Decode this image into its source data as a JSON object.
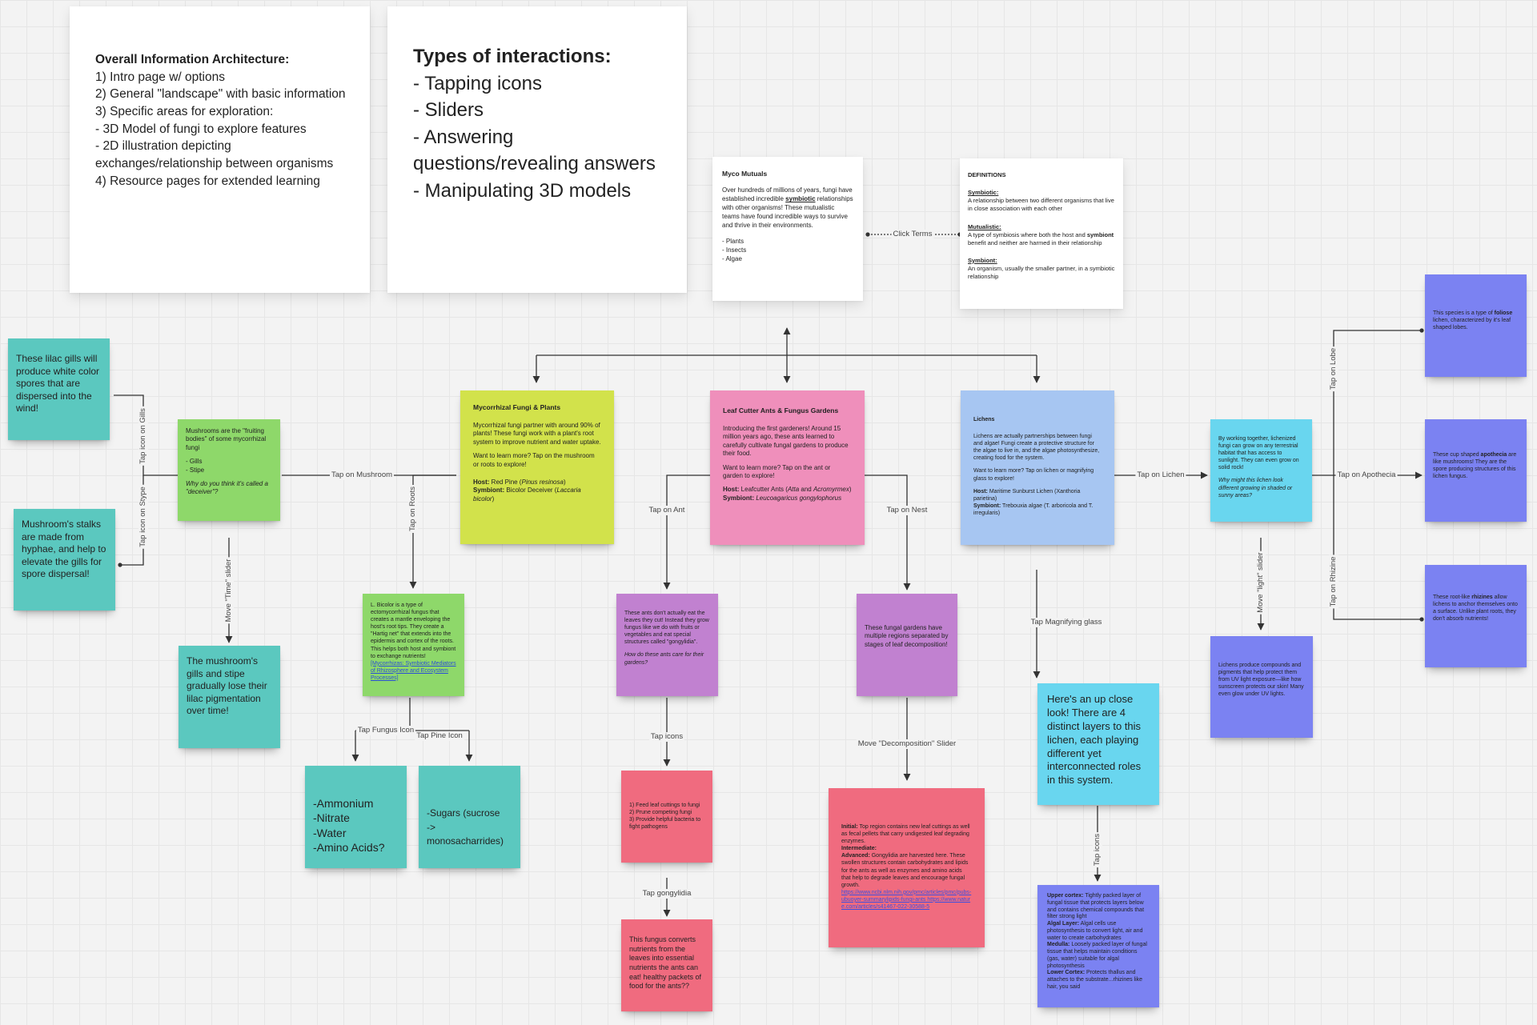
{
  "ia_card": {
    "title": "Overall Information Architecture:",
    "lines": [
      "1) Intro page w/ options",
      "2) General \"landscape\" with basic information",
      "3) Specific areas for exploration:",
      "- 3D Model of fungi to explore features",
      "- 2D illustration depicting exchanges/relationship between organisms",
      "4) Resource pages for extended learning"
    ]
  },
  "interactions_card": {
    "title": "Types of interactions:",
    "lines": [
      "- Tapping icons",
      "- Sliders",
      "- Answering questions/revealing answers",
      "- Manipulating 3D models"
    ]
  },
  "myco_card": {
    "title": "Myco Mutuals",
    "body_pre": "Over hundreds of millions of years, fungi have established incredible ",
    "body_link": "symbiotic",
    "body_post": " relationships with other organisms! These mutualistic teams have found incredible ways to survive and thrive in their environments.",
    "items": [
      "- Plants",
      "- Insects",
      "- Algae"
    ]
  },
  "definitions_card": {
    "title": "DEFINITIONS",
    "symbiotic_term": "Symbiotic:",
    "symbiotic_def": "A relationship between two different organisms that live in close association with each other",
    "mutualistic_term": "Mutualistic:",
    "mutualistic_def_a": "A type of symbiosis where both the host and ",
    "mutualistic_def_b": "symbiont",
    "mutualistic_def_c": " benefit and neither are harmed in their relationship",
    "symbiont_term": "Symbiont:",
    "symbiont_def": "An organism, usually the smaller partner, in a symbiotic relationship"
  },
  "notes": {
    "lilac_gills": "These lilac gills will produce white color spores that are dispersed into the wind!",
    "stalks": "Mushroom's stalks are made from hyphae, and help to elevate the gills for spore dispersal!",
    "mushrooms": {
      "body": "Mushrooms are the \"fruiting bodies\" of some mycorrhizal fungi",
      "items": [
        "- Gills",
        "- Stipe"
      ],
      "question": "Why do you think it's called a \"deceiver\"?"
    },
    "mushroom_time": "The mushroom's gills and stipe gradually lose their lilac pigmentation over time!",
    "mycorrhizal": {
      "title": "Mycorrhizal Fungi & Plants",
      "body": "Mycorrhizal fungi partner with around 90% of plants! These fungi work with a plant's root system to improve nutrient and water uptake.",
      "prompt": "Want to learn more? Tap on the mushroom or roots to explore!",
      "host_label": "Host:",
      "host_common": " Red Pine (",
      "host_latin": "Pinus resinosa",
      "host_end": ")",
      "symbiont_label": "Symbiont:",
      "symbiont_common": " Bicolor Deceiver (",
      "symbiont_latin": "Laccaria bicolor",
      "symbiont_end": ")"
    },
    "l_bicolor": {
      "body": "L. Bicolor is a type of ectomycorrhizal fungus that creates a mantle enveloping the host's root tips. They create a \"Hartig net\" that extends into the epidermis and cortex of the roots. This helps both host and symbiont to exchange nutrients!",
      "link": "[Mycorrhizas: Symbiotic Mediators of Rhizosphere and Ecosystem Processes]"
    },
    "nutrients_fungus": "-Ammonium\n-Nitrate\n-Water\n-Amino Acids?",
    "nutrients_pine": "-Sugars (sucrose\n->\nmonosacharrides)",
    "leafcutter": {
      "title": "Leaf Cutter Ants & Fungus Gardens",
      "body": "Introducing the first gardeners! Around 15 million years ago, these ants learned to carefully cultivate fungal gardens to produce their food.",
      "prompt": "Want to learn more? Tap on the ant or garden to explore!",
      "host_label": "Host:",
      "host_text_a": " Leafcutter Ants (",
      "host_latin": "Atta",
      "host_text_b": " and ",
      "host_latin_2": "Acromyrmex",
      "host_end": ")",
      "symbiont_label": "Symbiont:",
      "symbiont_latin": "Leucoagaricus gongylophorus"
    },
    "ants_eat": {
      "body": "These ants don't actually eat the leaves they cut! Instead they grow fungus like we do with fruits or vegetables and eat special structures called \"gongylidia\".",
      "question": "How do these ants care for their gardens?"
    },
    "ant_care": "1) Feed leaf cuttings to fungi\n2) Prune competing fungi\n3) Provide helpful bacteria to fight pathogens",
    "gongylidia": "This fungus converts nutrients from the leaves into essential nutrients the ants can eat!  healthy packets of food for the ants??",
    "fungal_gardens": "These fungal gardens have multiple regions separated by stages of leaf decomposition!",
    "decomposition": {
      "initial_label": "Initial:",
      "initial": " Top region contains new leaf cuttings as well as fecal pellets that carry undigested leaf degrading enzymes.",
      "intermediate_label": "Intermediate:",
      "advanced_label": "Advanced:",
      "advanced": " Gongylidia are harvested here. These swollen structures contain carbohydrates and lipids for the ants as well as enzymes and amino acids that help to degrade leaves and encourage fungal growth.",
      "links": "https://www.ncbi.nlm.nih.gov/pmc/articles/pmc/pubs-ubuoyer-summarylipids-fungi-ants https://www.nature.com/articles/s41467-022-30588-5"
    },
    "lichens": {
      "title": "Lichens",
      "body": "Lichens are actually partnerships between fungi and algae! Fungi create a protective structure for the algae to live in, and the algae photosynthesize, creating  food for the system.",
      "prompt": "Want to learn more? Tap on lichen or magnifying glass to explore!",
      "host_label": "Host:",
      "host_text": " Maritime Sunburst Lichen (Xanthoria parietina)",
      "symbiont_label": "Symbiont:",
      "symbiont_text": " Trebouxia algae (T. arboricola and T. irregularis)"
    },
    "close_look": "Here's an up close look! There are 4 distinct layers to this lichen, each playing different yet interconnected roles in this system.",
    "layers": {
      "upper_label": "Upper cortex:",
      "upper": " Tightly packed layer of fungal tissue that protects layers below and contains chemical compounds that filter strong light",
      "algal_label": "Algal Layer:",
      "algal": " Algal cells use photosynthesis to convert light, air and water to create carbohydrates",
      "medulla_label": "Medulla:",
      "medulla": " Loosely packed layer of fungal tissue that helps maintain conditions (gas, water) suitable for algal photosynthesis",
      "lower_label": "Lower Cortex:",
      "lower": " Protects thallus and attaches to the substrate...rhizines like hair, you said"
    },
    "working_together": {
      "body": "By working together, lichenized fungi can grow on any terrestrial habitat that has access to sunlight. They can even grow on solid rock!",
      "question": "Why might this lichen look different growing in shaded or sunny areas?"
    },
    "lichen_compounds": "Lichens produce compounds and pigments that help protect them from UV light exposure—like how sunscreen protects our skin! Many even glow under UV lights.",
    "foliose": {
      "a": "This species is a type of ",
      "b": "foliose",
      "c": " lichen, characterized by it's leaf shaped lobes."
    },
    "apothecia": {
      "a": "These cup shaped ",
      "b": "apothecia",
      "c": " are like mushrooms! They are the spore producing structures of this lichen fungus."
    },
    "rhizines": {
      "a": "These root-like ",
      "b": "rhizines",
      "c": " allow lichens to anchor themselves onto a surface. Unlike plant roots, they don't absorb nutrients!"
    }
  },
  "connectors": {
    "click_terms": "Click Terms",
    "tap_mushroom": "Tap on Mushroom",
    "tap_roots": "Tap on Roots",
    "tap_gills": "Tap icon on Gills",
    "tap_stype": "Tap icon on Stype",
    "time_slider": "Move \"Time\" slider",
    "tap_fungus_icon": "Tap Fungus Icon",
    "tap_pine_icon": "Tap Pine Icon",
    "tap_ant": "Tap on Ant",
    "tap_nest": "Tap on Nest",
    "tap_icons_ant": "Tap icons",
    "tap_gongylidia": "Tap gongylidia",
    "decomp_slider": "Move \"Decomposition\" Slider",
    "tap_lichen": "Tap on Lichen",
    "tap_magnifying": "Tap Magnifying glass",
    "tap_icons_lichen": "Tap icons",
    "light_slider": "Move \"light\" slider",
    "tap_lobe": "Tap on Lobe",
    "tap_apothecia": "Tap on Apothecia",
    "tap_rhizine": "Tap on Rhizine"
  },
  "colors": {
    "teal": "#5bc8bf",
    "green": "#8ed86a",
    "yellow": "#d2e24b",
    "purple": "#c181d0",
    "pink": "#ef8fbb",
    "red": "#f06b7f",
    "blue": "#a7c6f2",
    "cyan": "#69d6ef",
    "indigo": "#7b82f2",
    "connector": "#333333"
  }
}
